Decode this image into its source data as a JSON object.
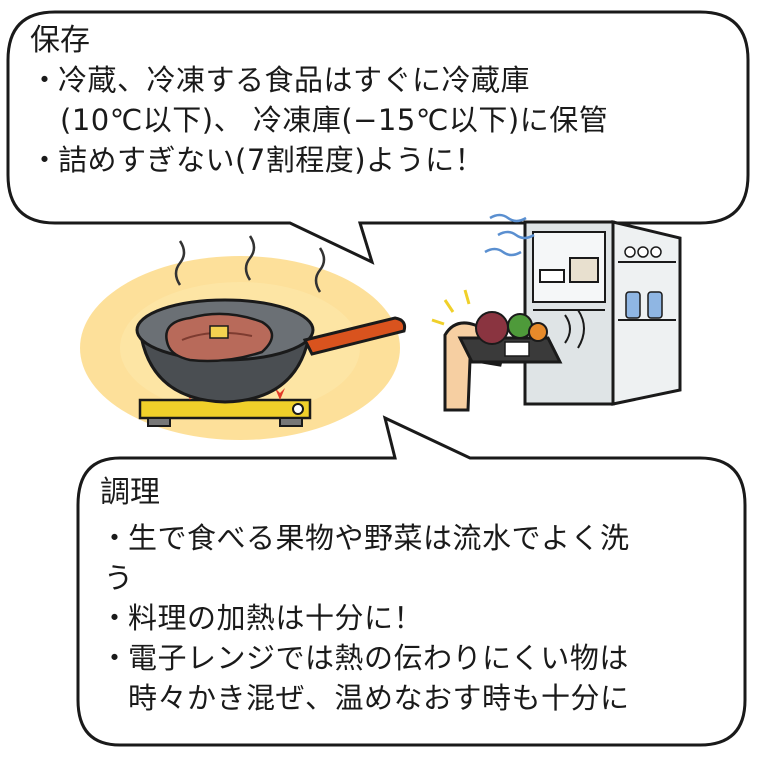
{
  "storage": {
    "title": "保存",
    "bullets": [
      "冷蔵、冷凍する食品はすぐに冷蔵庫",
      "(10℃以下)、 冷凍庫(−15℃以下)に保管",
      "詰めすぎない(7割程度)ように！"
    ]
  },
  "cooking": {
    "title": "調理",
    "bullets": [
      "生で食べる果物や野菜は流水でよく洗",
      "う",
      "料理の加熱は十分に！",
      "電子レンジでは熱の伝わりにくい物は",
      "時々かき混ぜ、温めなおす時も十分に"
    ]
  },
  "bullet_char": "・",
  "colors": {
    "outline": "#1a1a1a",
    "glow": "#fcd678",
    "pan": "#4a4e52",
    "handle": "#d9531e",
    "burner": "#f0d02a",
    "flame": "#e23a28",
    "fridge": "#dfe4e6",
    "hand": "#f6cfa2"
  },
  "icons": [
    "frying-pan-steak-icon",
    "refrigerator-icon",
    "hand-holding-tray-icon"
  ]
}
